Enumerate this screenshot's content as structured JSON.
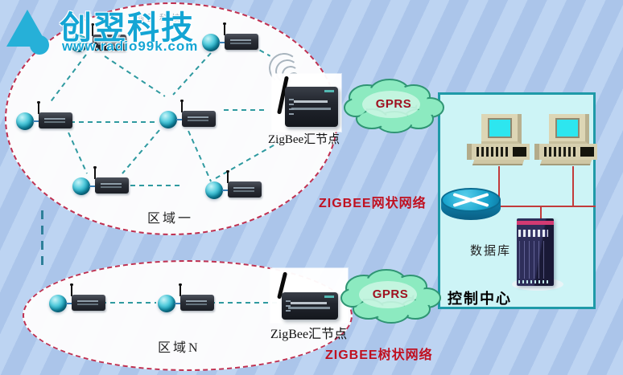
{
  "logo": {
    "company": "创翌科技",
    "website": "www.radio99k.com",
    "watermark": "创翌科技"
  },
  "region1": {
    "name": "区域一",
    "sink_label": "ZigBee汇节点",
    "network_type": "ZIGBEE网状网络",
    "node_count": 6
  },
  "regionN": {
    "name": "区域N",
    "sink_label": "ZigBee汇节点",
    "network_type": "ZIGBEE树状网络",
    "node_count": 2
  },
  "clouds": {
    "gprs_top": "GPRS",
    "gprs_bottom": "GPRS"
  },
  "control_center": {
    "title": "控制中心",
    "database": "数据库",
    "computers": 2
  },
  "colors": {
    "logo_cyan": "#14a5d4",
    "ellipse_border": "#c03050",
    "link_teal": "#2f9aa0",
    "cloud_green": "#8ceac0",
    "cloud_border": "#2f9573",
    "red_label": "#c01020",
    "box_border": "#1f9aa8",
    "box_fill": "#cdf4f6",
    "wire_red": "#c23b3b",
    "background": "#b4cef0"
  }
}
